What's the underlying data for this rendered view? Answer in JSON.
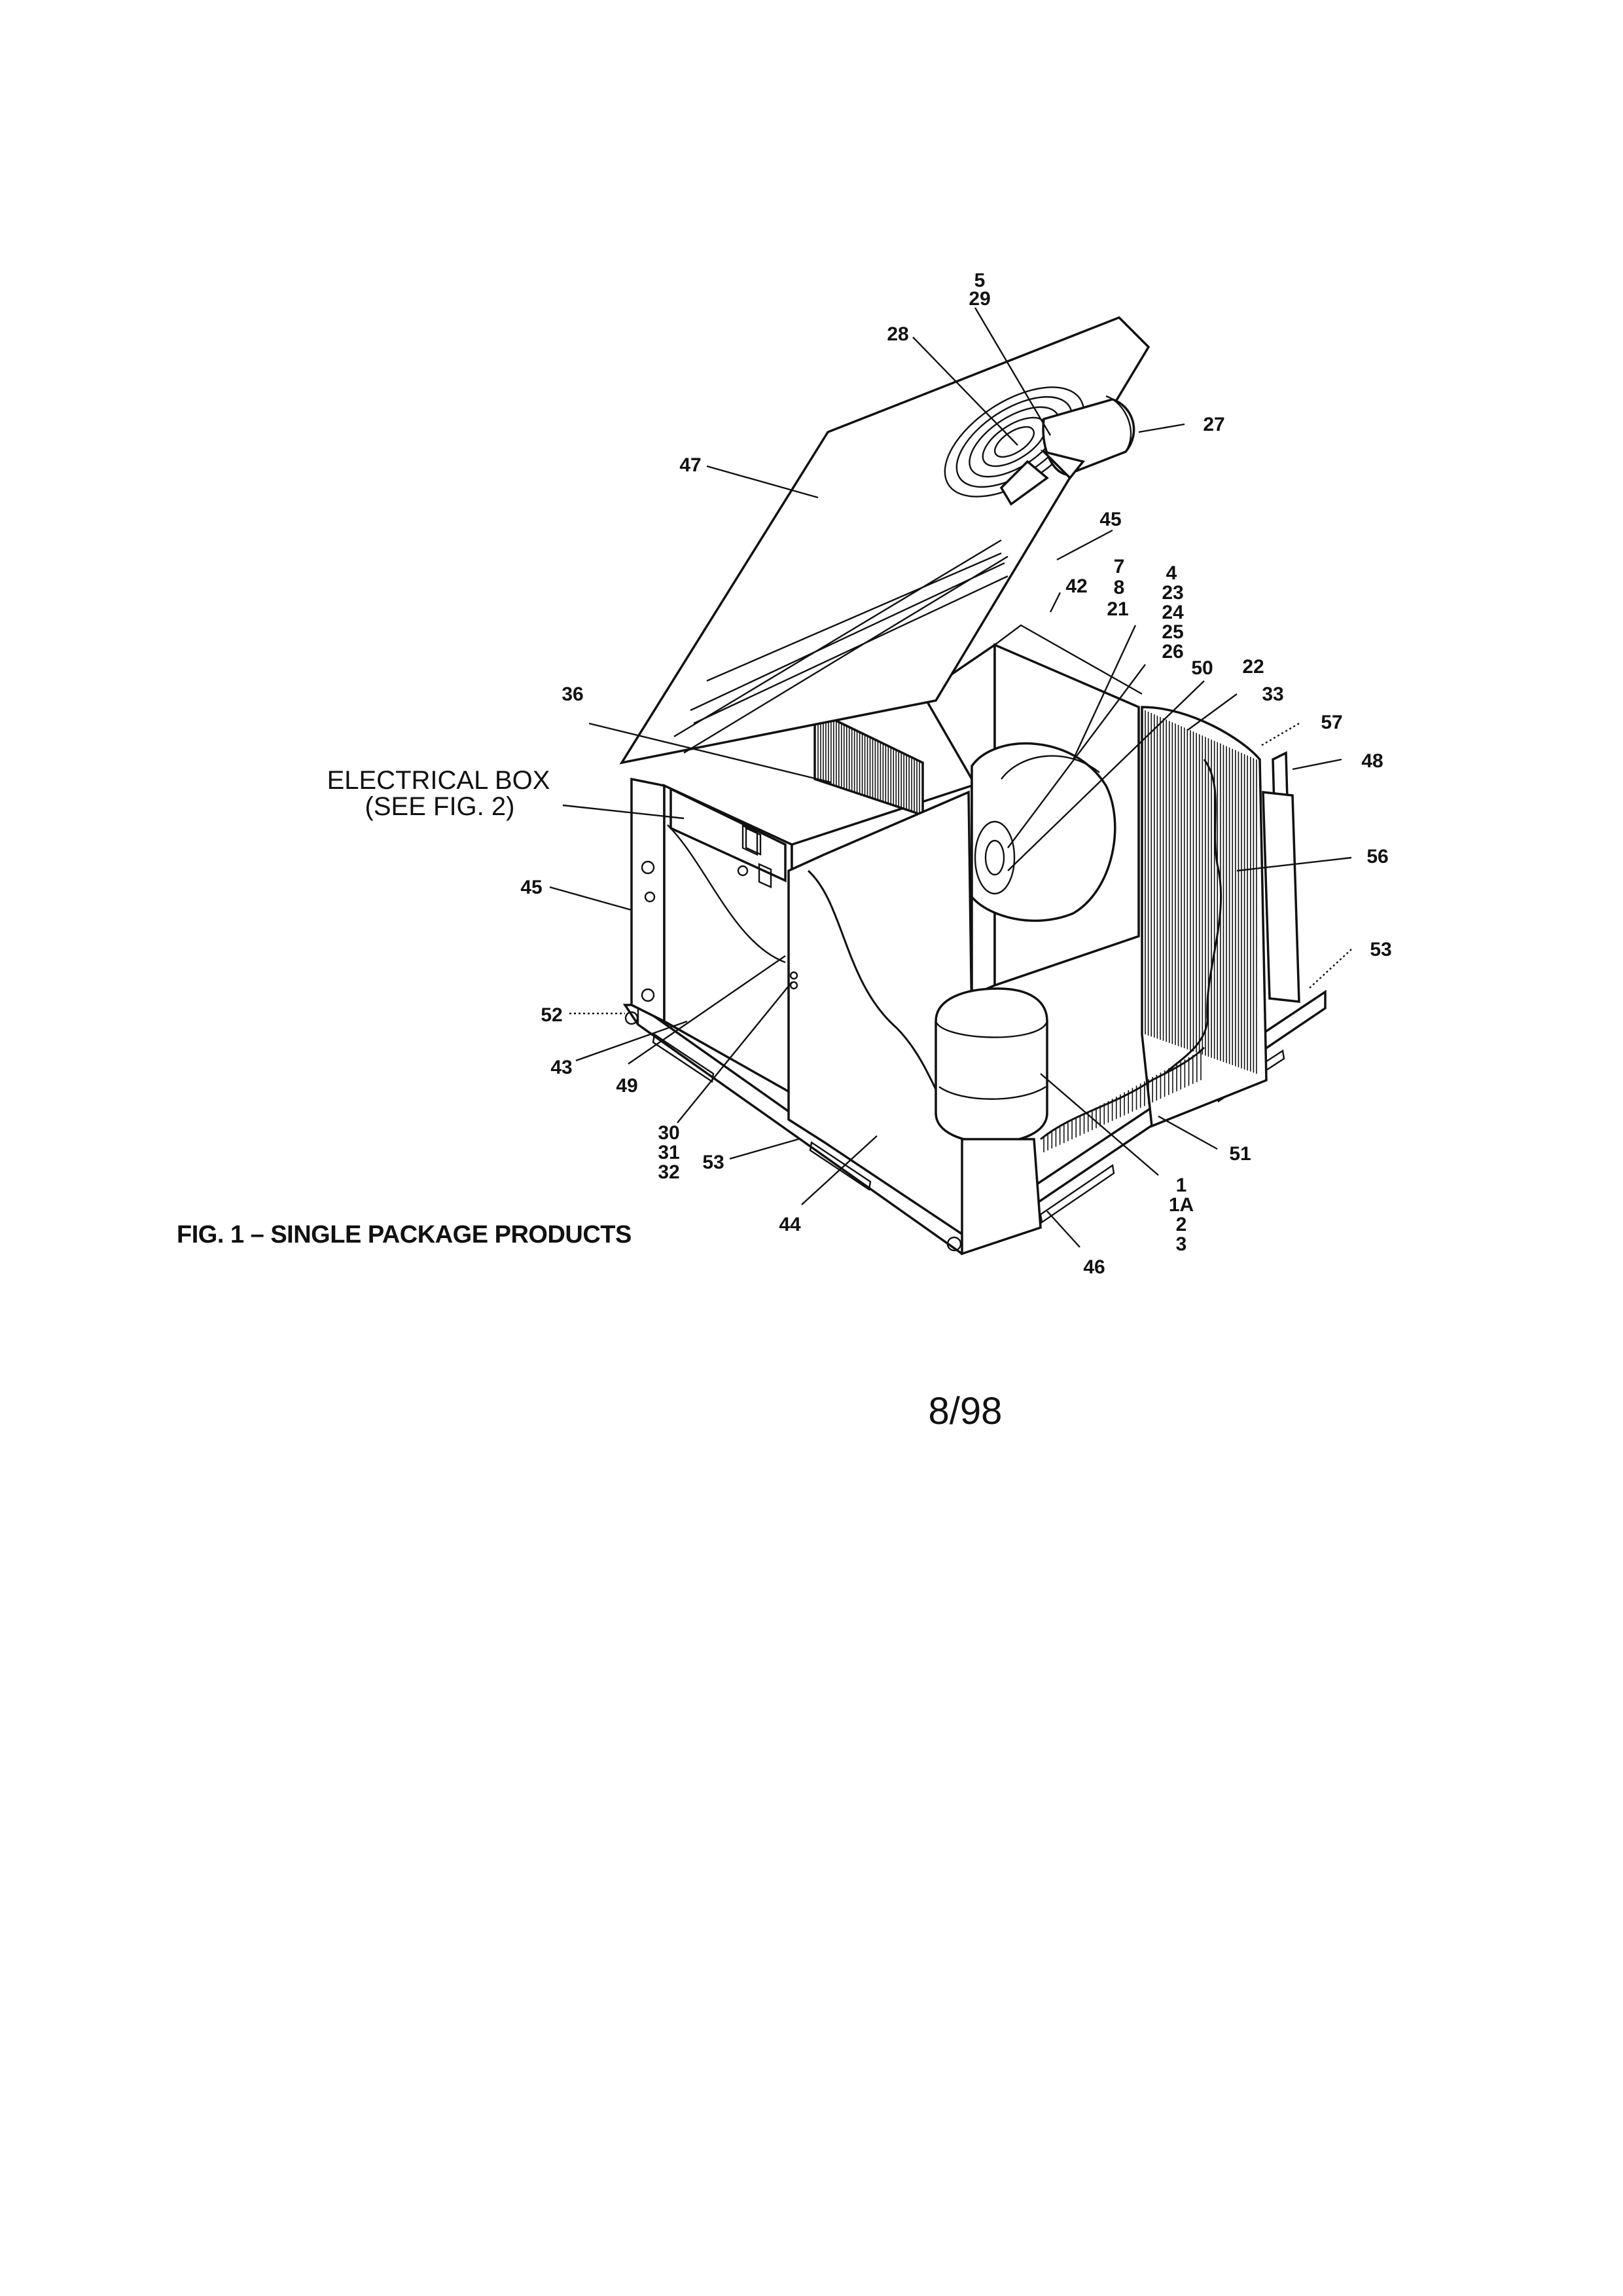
{
  "figure": {
    "caption": "FIG. 1 – SINGLE PACKAGE PRODUCTS",
    "page_label": "8/98",
    "electrical_box": {
      "line1": "ELECTRICAL BOX",
      "line2": "(SEE FIG. 2)"
    }
  },
  "callouts": {
    "c5": "5",
    "c29": "29",
    "c28": "28",
    "c27": "27",
    "c47": "47",
    "c45a": "45",
    "c42": "42",
    "c7": "7",
    "c8": "8",
    "c21": "21",
    "c4": "4",
    "c23": "23",
    "c24": "24",
    "c25": "25",
    "c26": "26",
    "c50": "50",
    "c22": "22",
    "c33": "33",
    "c57": "57",
    "c48": "48",
    "c36": "36",
    "c56": "56",
    "c45b": "45",
    "c53a": "53",
    "c52": "52",
    "c43": "43",
    "c49": "49",
    "c30": "30",
    "c31": "31",
    "c32": "32",
    "c53b": "53",
    "c44": "44",
    "c51": "51",
    "c1": "1",
    "c1a": "1A",
    "c2": "2",
    "c3": "3",
    "c46": "46"
  }
}
